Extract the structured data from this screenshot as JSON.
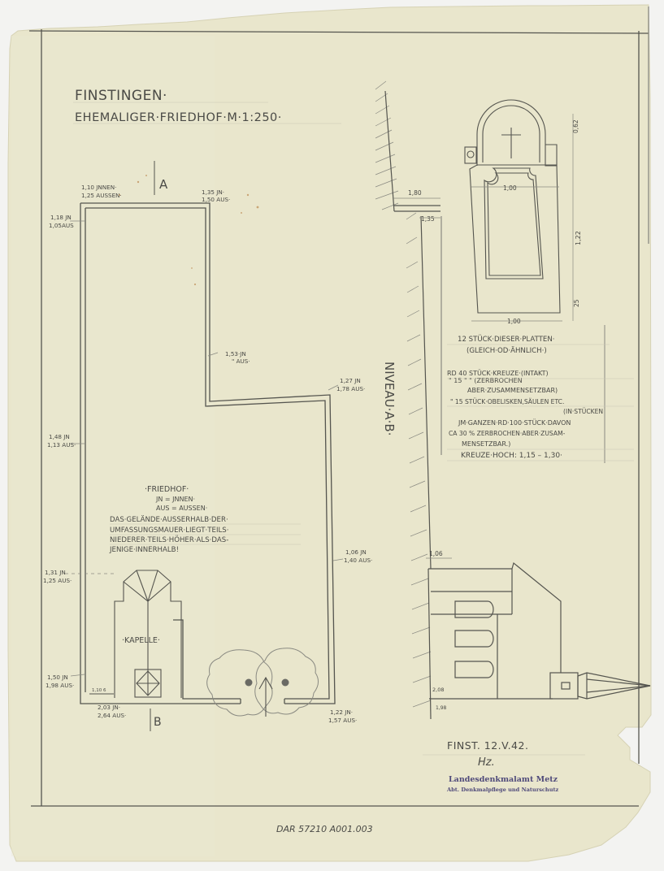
{
  "document": {
    "title_line1": "FINSTINGEN·",
    "title_line2": "EHEMALIGER·FRIEDHOF·M·1:250·",
    "section_markers": {
      "a": "A",
      "b": "B"
    },
    "niveau_label": "NIVEAU·A·B·",
    "colors": {
      "paper": "#e9e6cc",
      "pencil": "#55554f",
      "stamp": "#4f4a7a",
      "background": "#f3f3f1"
    }
  },
  "plan_dimensions": {
    "top_left": {
      "line1": "1,10 JNNEN·",
      "line2": "1,25 AUSSEN·"
    },
    "top_right": {
      "line1": "1,35 JN·",
      "line2": "1,50 AUS·"
    },
    "left_upper": {
      "line1": "1,18 JN",
      "line2": "1,05AUS"
    },
    "notch_inner": {
      "line1": "1,53·JN",
      "line2": "\" AUS·"
    },
    "notch_right": {
      "line1": "1,27 JN",
      "line2": "1,78 AUS·"
    },
    "left_middle": {
      "line1": "1,48 JN",
      "line2": "1,13 AUS·"
    },
    "right_lower": {
      "line1": "1,06 JN",
      "line2": "1,40 AUS·"
    },
    "left_chapel": {
      "line1": "1,31 JN",
      "line2": "1,25 AUS·"
    },
    "left_bottom": {
      "line1": "1,50 JN",
      "line2": "1,98 AUS·"
    },
    "bottom_mid": {
      "line1": "2,03 JN·",
      "line2": "2,64 AUS·"
    },
    "bottom_right": {
      "line1": "1,22 JN·",
      "line2": "1,57 AUS·"
    },
    "small_gap": "1,10 6"
  },
  "legend": {
    "heading": "·FRIEDHOF·",
    "abbr1": "JN = JNNEN·",
    "abbr2": "AUS = AUSSEN·",
    "note_lines": [
      "DAS·GELÄNDE·AUSSERHALB·DER·",
      "UMFASSUNGSMAUER·LIEGT·TEILS·",
      "NIEDERER·TEILS·HÖHER·ALS·DAS-",
      "JENIGE·INNERHALB!"
    ]
  },
  "chapel": {
    "label": "·KAPELLE·"
  },
  "section_dimensions": {
    "top_width": "1,80",
    "top_inner": "1,35",
    "lower_width": "1,06",
    "base_upper": "2,08",
    "base_lower": "1,98"
  },
  "gravestone": {
    "width_inner": "1,00",
    "width_base": "1,00",
    "height_top": "0,62",
    "height_main": "1,22",
    "height_base": "25"
  },
  "inventory_notes": [
    "12 STÜCK·DIESER·PLATTEN·",
    "(GLEICH·OD·ÄHNLICH·)",
    "RD 40 STÜCK·KREUZE·(INTAKT)",
    "\"  15  \"        \" (ZERBROCHEN",
    "ABER·ZUSAMMENSETZBAR)",
    "\" 15 STÜCK·OBELISKEN,SÄULEN ETC.",
    "(IN·STÜCKEN",
    "JM·GANZEN·RD·100·STÜCK·DAVON",
    "CA 30 % ZERBROCHEN·ABER·ZUSAM-",
    "MENSETZBAR.)",
    "KREUZE·HOCH: 1,15 – 1,30·"
  ],
  "signature": {
    "date_line": "FINST. 12.V.42.",
    "initials": "Hz."
  },
  "stamp": {
    "line1": "Landesdenkmalamt Metz",
    "line2": "Abt. Denkmalpflege und Naturschutz"
  },
  "archive_reference": "DAR 57210 A001.003"
}
